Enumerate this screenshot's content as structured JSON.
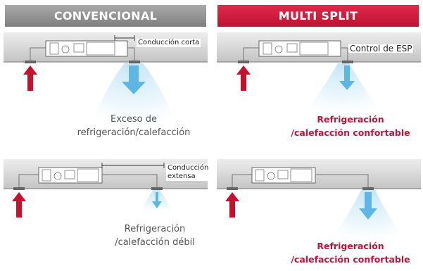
{
  "headers": {
    "left": "CONVENCIONAL",
    "right": "MULTI SPLIT"
  },
  "panels": {
    "top_left": {
      "duct_label": "Conducción corta",
      "description": [
        "Exceso de",
        "refrigeración/calefacción"
      ]
    },
    "top_right": {
      "duct_label": "Control de ESP",
      "description": [
        "Refrigeración",
        "/calefacción confortable"
      ]
    },
    "bottom_left": {
      "duct_label": [
        "Conducción",
        "extensa"
      ],
      "description": [
        "Refrigeración",
        "/calefacción débil"
      ]
    },
    "bottom_right": {
      "description": [
        "Refrigeración",
        "/calefacción confortable"
      ]
    }
  },
  "colors": {
    "header_gray": "#8c8c8c",
    "header_red": "#cf1b3c",
    "return_arrow": "#c8102e",
    "supply_arrow": "#5eb6e4",
    "accent_text": "#c2133a"
  }
}
